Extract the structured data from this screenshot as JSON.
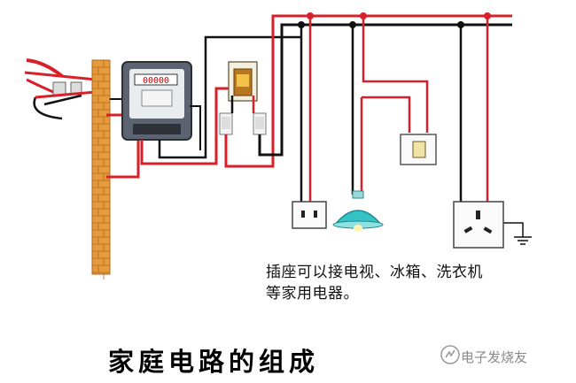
{
  "note": {
    "line1": "插座可以接电视、冰箱、洗衣机",
    "line2": "等家用电器。"
  },
  "title": "家庭电路的组成",
  "watermark": "电子发烧友",
  "meter": {
    "reading": "00000"
  },
  "colors": {
    "live": "#d8202a",
    "neutral": "#111111",
    "wall": "#e59a3c",
    "lamp": "#36c3c6"
  }
}
